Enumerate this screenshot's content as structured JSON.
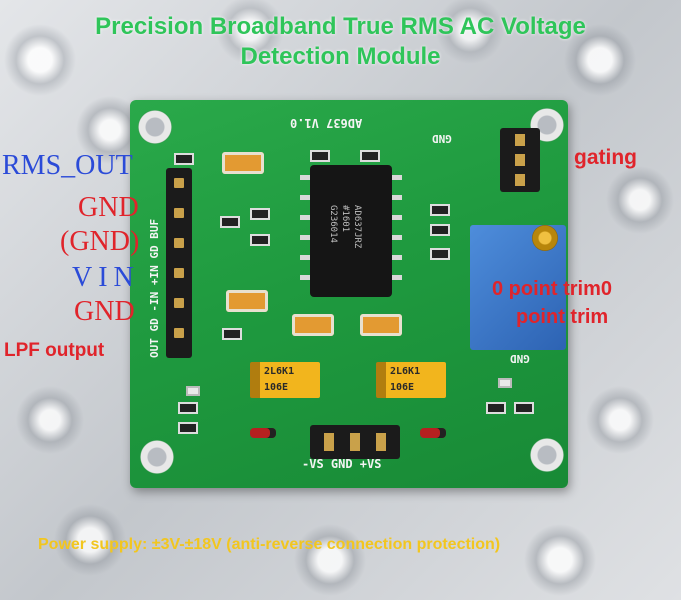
{
  "title": {
    "line1": "Precision Broadband True RMS AC Voltage",
    "line2": "Detection Module"
  },
  "annotations": {
    "rms_out": "RMS_OUT",
    "gnd1": "GND",
    "gnd2": "(GND)",
    "vin": "VIN",
    "gnd3": "GND",
    "lpf_output": "LPF output",
    "gating": "gating",
    "zero_trim_1": "0 point trim0",
    "zero_trim_2": "point trim",
    "power_supply": "Power supply: ±3V-±18V (anti-reverse connection protection)"
  },
  "board": {
    "model": "AD637 V1.0",
    "pin_labels": "OUT GD -IN +IN GD BUF",
    "gnd_top": "GND",
    "gnd_right": "GND",
    "power_pins": "-VS GND +VS",
    "chip_line1": "AD637JRZ",
    "chip_line2": "#1601",
    "chip_line3": "G236014",
    "cap1": "106E",
    "cap1b": "2L6K1",
    "cap2": "106E",
    "cap2b": "2L6K1"
  },
  "colors": {
    "title": "#2fc55a",
    "blue_label": "#2b4bd8",
    "red_label": "#e0242b",
    "yellow_label": "#f2c61f",
    "pcb": "#1f9a3f"
  }
}
